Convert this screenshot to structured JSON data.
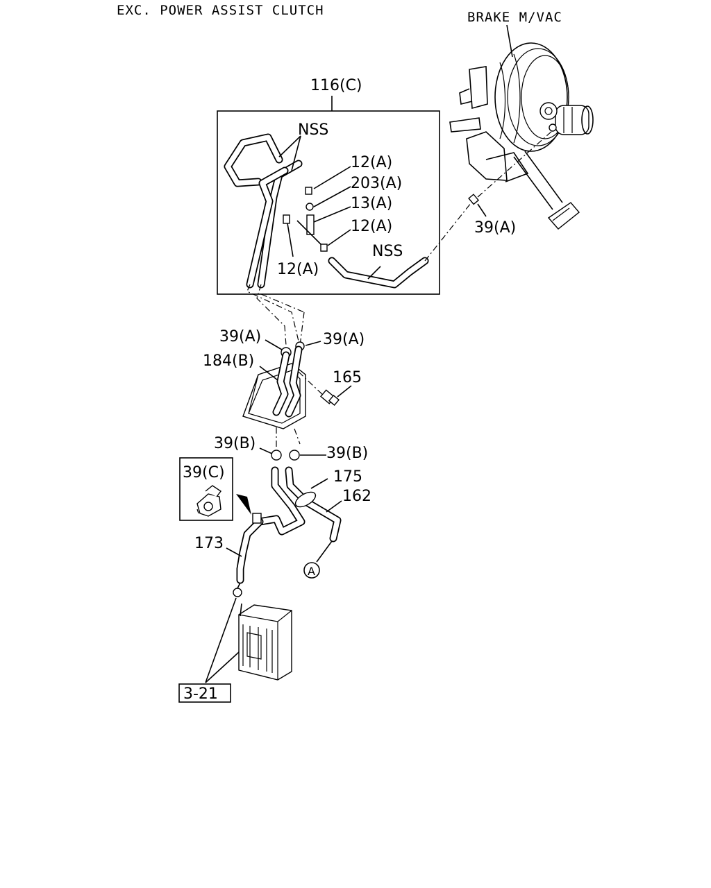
{
  "header": {
    "variant": "EXC. POWER ASSIST CLUTCH",
    "brake_booster": "BRAKE M/VAC"
  },
  "callouts": {
    "assembly_116c": "116(C)",
    "nss_upper": "NSS",
    "nss_lower": "NSS",
    "clamp_12a_1": "12(A)",
    "connector_203a": "203(A)",
    "part_13a": "13(A)",
    "clamp_12a_2": "12(A)",
    "clamp_12a_3": "12(A)",
    "clip_39a_right": "39(A)",
    "clip_39a_left": "39(A)",
    "clip_39a_mid": "39(A)",
    "bracket_184b": "184(B)",
    "bolt_165": "165",
    "clip_39b_left": "39(B)",
    "clip_39b_right": "39(B)",
    "clip_39c": "39(C)",
    "hose_175": "175",
    "hose_162": "162",
    "hose_173": "173",
    "ref_a": "A",
    "ref_3_21": "3-21"
  }
}
